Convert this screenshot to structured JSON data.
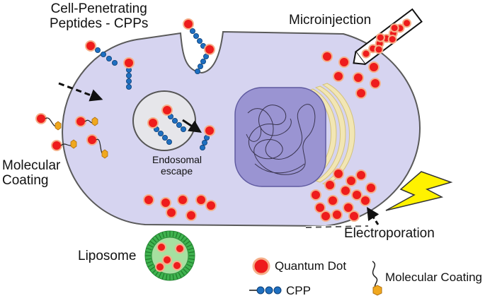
{
  "labels": {
    "cpp_title_line1": "Cell-Penetrating",
    "cpp_title_line2": "Peptides - CPPs",
    "microinjection": "Microinjection",
    "molecular_coating_line1": "Molecular",
    "molecular_coating_line2": "Coating",
    "endosomal_line1": "Endosomal",
    "endosomal_line2": "escape",
    "electroporation": "Electroporation",
    "liposome": "Liposome"
  },
  "legend": {
    "quantum_dot": "Quantum Dot",
    "cpp": "CPP",
    "molecular_coating": "Molecular Coating"
  },
  "colors": {
    "cell_fill": "#d6d4f0",
    "cell_stroke": "#5a5a5a",
    "quantum_dot": "#ee1c1c",
    "quantum_dot_halo": "#f5b08a",
    "cpp_bead": "#1e6fc0",
    "coating_tag": "#f0a81e",
    "nucleus": "#9a94d2",
    "er": "#f2e6b4",
    "liposome": "#3fb34f",
    "liposome_core": "#a6e0a0",
    "lightning": "#fff200"
  }
}
